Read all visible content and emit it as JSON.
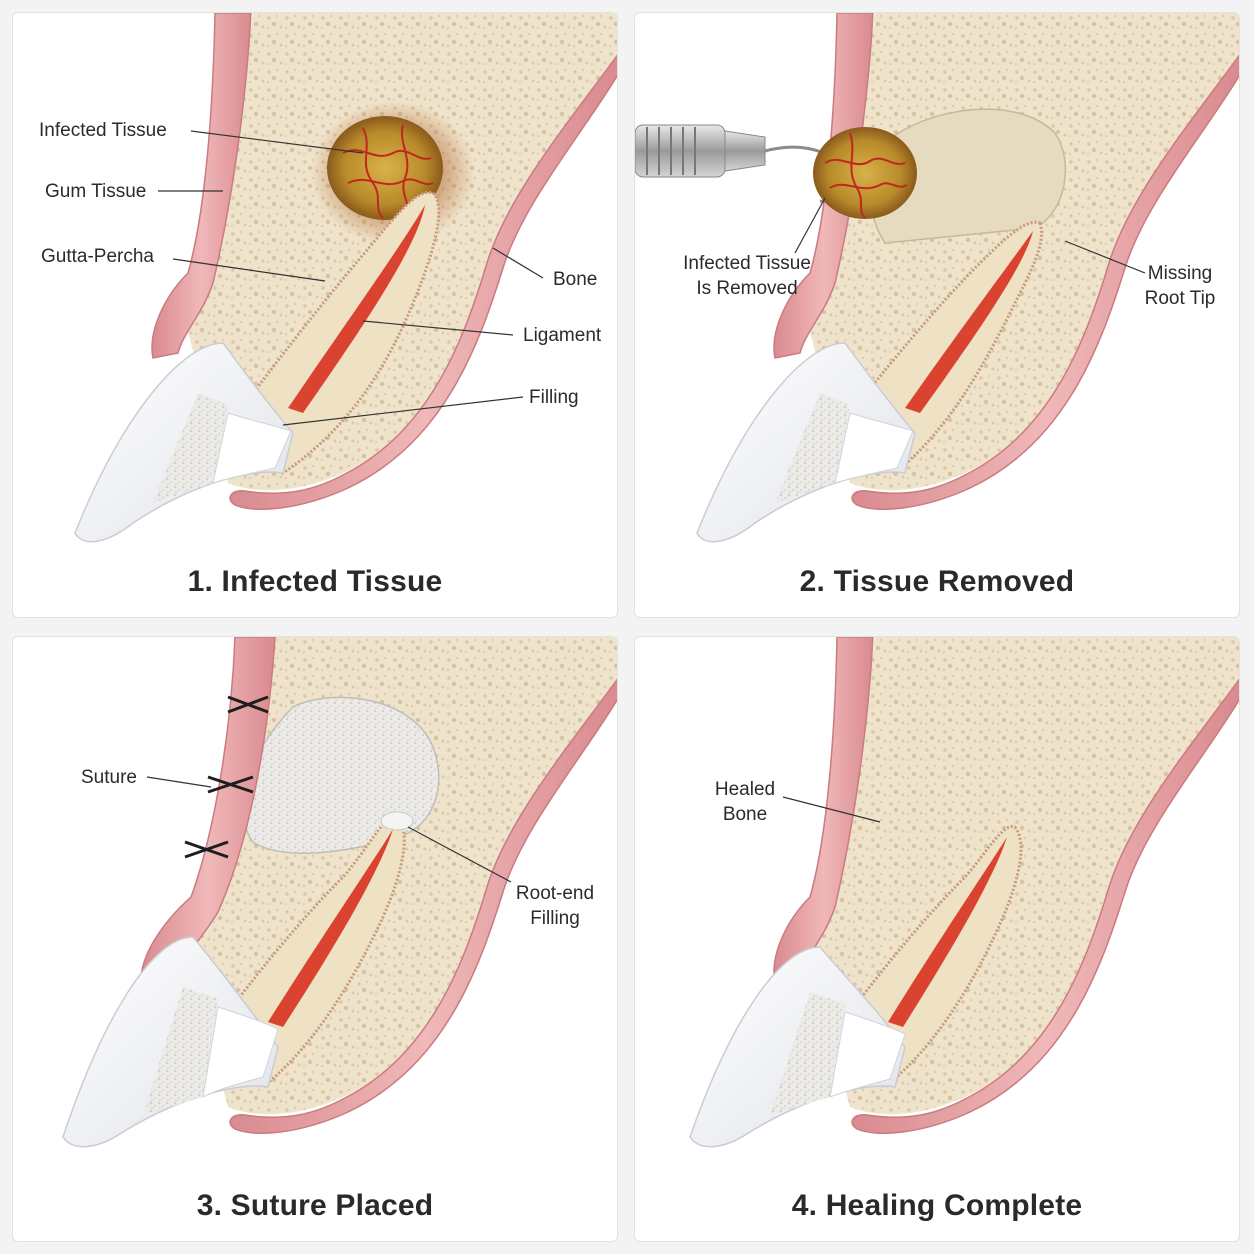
{
  "colors": {
    "gum": "#e7a6a8",
    "gum_edge": "#c97b80",
    "bone": "#efe3cb",
    "bone_pore": "#d6c6a6",
    "root": "#efe2c4",
    "canal": "#d9432f",
    "enamel": "#f7f8fb",
    "infection": "#c9a032",
    "vessel": "#c0281e"
  },
  "panels": [
    {
      "title": "1. Infected Tissue",
      "labels": {
        "infected_tissue": "Infected Tissue",
        "gum_tissue": "Gum Tissue",
        "gutta_percha": "Gutta-Percha",
        "bone": "Bone",
        "ligament": "Ligament",
        "filling": "Filling"
      }
    },
    {
      "title": "2. Tissue Removed",
      "labels": {
        "infected_removed_line1": "Infected Tissue",
        "infected_removed_line2": "Is Removed",
        "missing_root_line1": "Missing",
        "missing_root_line2": "Root Tip"
      }
    },
    {
      "title": "3. Suture Placed",
      "labels": {
        "suture": "Suture",
        "root_end_line1": "Root-end",
        "root_end_line2": "Filling"
      }
    },
    {
      "title": "4. Healing Complete",
      "labels": {
        "healed_line1": "Healed",
        "healed_line2": "Bone"
      }
    }
  ]
}
